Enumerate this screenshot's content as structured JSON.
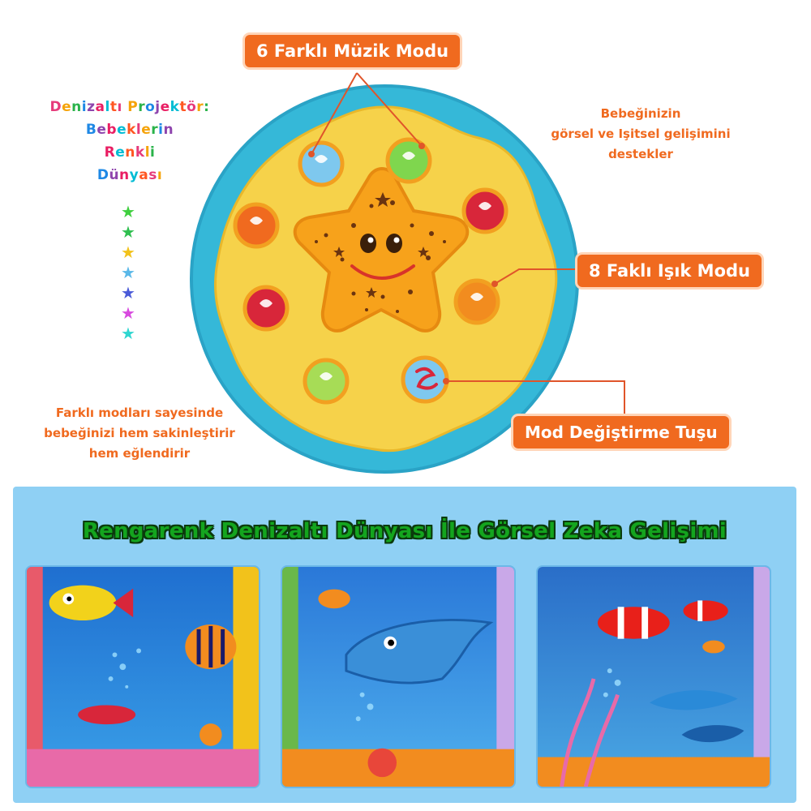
{
  "header": {
    "title_lines": [
      "Denizaltı Projektör:",
      "Bebeklerin",
      "Renkli",
      "Dünyası"
    ],
    "title_colors": [
      "#e63a7a",
      "#f5a30a",
      "#2ab34a",
      "#1e88e5",
      "#8e44ad",
      "#e91e63",
      "#00bcd4",
      "#ff5722"
    ]
  },
  "stars": {
    "colors": [
      "#3fcf3f",
      "#2fbf4f",
      "#f2c21b",
      "#5ab8e8",
      "#4a5bd8",
      "#d84adf",
      "#2fd6d0"
    ]
  },
  "callouts": {
    "music": "6 Farklı Müzik Modu",
    "light": "8 Faklı Işık Modu",
    "mode": "Mod Değiştirme Tuşu"
  },
  "texts": {
    "right": [
      "Bebeğinizin",
      "görsel ve Işitsel gelişimini",
      "destekler"
    ],
    "left": [
      "Farklı modları sayesinde",
      "bebeğinizi hem sakinleştirir",
      "hem eğlendirir"
    ]
  },
  "colors": {
    "accent_orange": "#f06a1f",
    "rim_teal": "#35b8d8",
    "face_yellow": "#f6d24a",
    "star_orange": "#f7a21b",
    "banner_blue": "#8fd0f4",
    "title_green": "#14a51e"
  },
  "bottom": {
    "title": "Rengarenk Denizaltı Dünyası İle Görsel Zeka Gelişimi",
    "panels": [
      "fish-scene",
      "dolphin-scene",
      "clownfish-scene"
    ]
  }
}
